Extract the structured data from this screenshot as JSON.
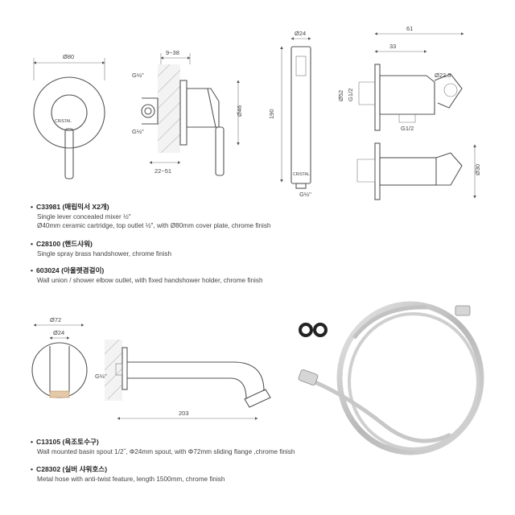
{
  "dims": {
    "mixer_plate_dia": "Ø80",
    "mixer_depth_range": "9~38",
    "mixer_spout_range": "22~51",
    "mixer_body_dia": "Ø46",
    "thread_top": "G½\"",
    "thread_bottom": "G½\"",
    "handshower_dia": "Ø24",
    "handshower_len": "190",
    "handshower_thread": "G½\"",
    "union_total": "61",
    "union_offset": "33",
    "union_holder_dia": "Ø22.5",
    "union_height": "Ø52",
    "union_thread_v": "G1/2",
    "union_thread_h": "G1/2",
    "union_flange_dia": "Ø30",
    "spout_flange_dia": "Ø72",
    "spout_dia": "Ø24",
    "spout_thread": "G½\"",
    "spout_len": "203",
    "brand_mark": "CRISTAL"
  },
  "products": [
    {
      "code": "C33981 (매립믹서 X2개)",
      "lines": [
        "Single lever concealed mixer ½\"",
        "Ø40mm ceramic cartridge, top outlet ½\", with Ø80mm cover plate, chrome finish"
      ]
    },
    {
      "code": "C28100 (핸드샤워)",
      "lines": [
        "Single spray brass handshower, chrome finish"
      ]
    },
    {
      "code": "603024 (아울렛겸걸이)",
      "lines": [
        "Wall union / shower elbow outlet, with fixed handshower holder, chrome finish"
      ]
    },
    {
      "code": "C13105 (욕조토수구)",
      "lines": [
        "Wall mounted basin spout 1/2˝, Φ24mm spout, with Φ72mm sliding flange ,chrome finish"
      ]
    },
    {
      "code": "C28302 (실버 샤워호스)",
      "lines": [
        "Metal hose with anti-twist feature, length 1500mm, chrome finish"
      ]
    }
  ]
}
